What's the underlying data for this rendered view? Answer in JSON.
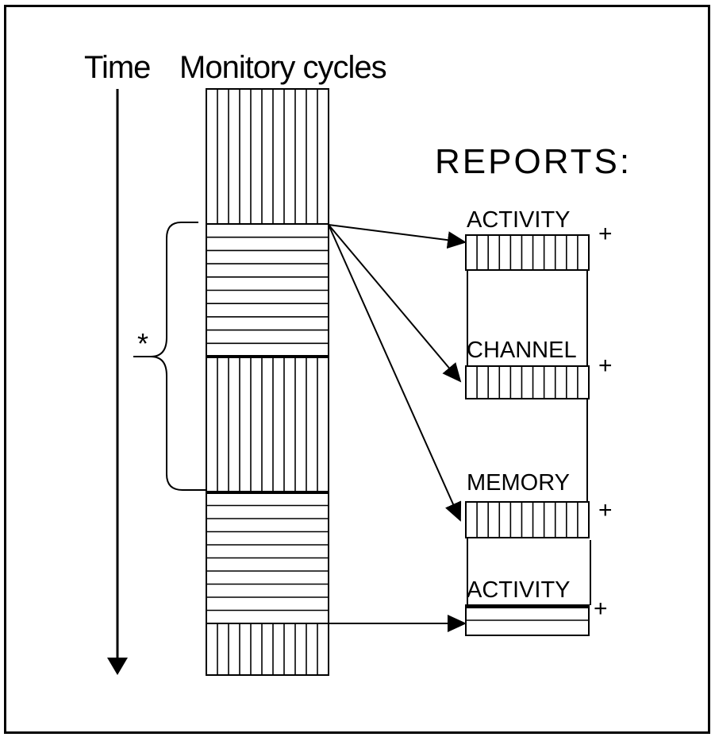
{
  "labels": {
    "time": "Time",
    "cycles": "Monitory cycles",
    "reports_header": "REPORTS:",
    "asterisk": "*",
    "plus": "+"
  },
  "cycle_column": {
    "segments": [
      {
        "pattern": "vertical"
      },
      {
        "pattern": "horizontal"
      },
      {
        "pattern": "vertical"
      },
      {
        "pattern": "horizontal"
      },
      {
        "pattern": "vertical"
      }
    ]
  },
  "reports": [
    {
      "label": "ACTIVITY",
      "pattern": "vertical"
    },
    {
      "label": "CHANNEL",
      "pattern": "vertical"
    },
    {
      "label": "MEMORY",
      "pattern": "vertical"
    },
    {
      "label": "ACTIVITY",
      "pattern": "horizontal"
    }
  ],
  "colors": {
    "stroke": "#000000",
    "background": "#ffffff"
  }
}
